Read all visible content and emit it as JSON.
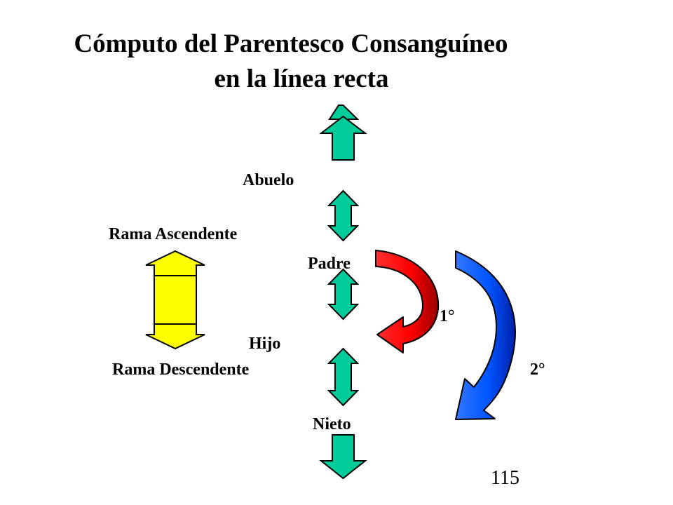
{
  "title": {
    "line1": "Cómputo del Parentesco Consanguíneo",
    "line2": "en la línea recta"
  },
  "labels": {
    "abuelo": "Abuelo",
    "rama_ascendente": "Rama Ascendente",
    "padre": "Padre",
    "hijo": "Hijo",
    "rama_descendente": "Rama Descendente",
    "nieto": "Nieto",
    "grado_1": "1°",
    "grado_2": "2°"
  },
  "page_number": "115",
  "colors": {
    "green_arrow": "#00CC99",
    "yellow_arrow": "#FFFF00",
    "red_arrow": "#FF0000",
    "blue_arrow": "#0055FF",
    "outline": "#000000"
  }
}
